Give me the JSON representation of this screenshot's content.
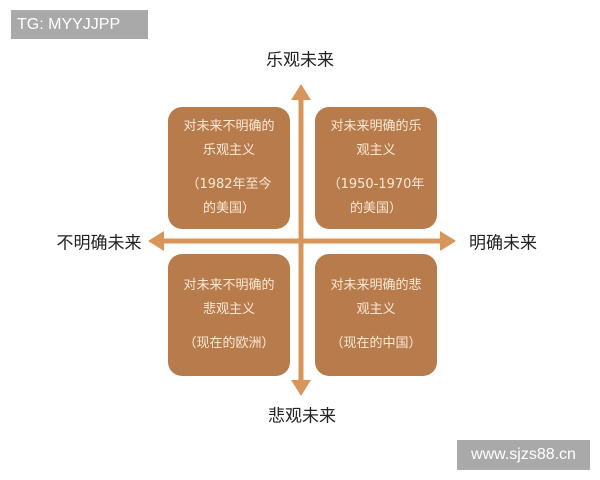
{
  "watermark_top": "TG: MYYJJPP",
  "watermark_bottom": "www.sjzs88.cn",
  "axes": {
    "top": "乐观未来",
    "bottom": "悲观未来",
    "left": "不明确未来",
    "right": "明确未来"
  },
  "quadrants": [
    {
      "line1": "对未来不明确的",
      "line2": "乐观主义",
      "line3": "（1982年至今",
      "line4": "的美国）"
    },
    {
      "line1": "对未来明确的乐",
      "line2": "观主义",
      "line3": "（1950-1970年",
      "line4": "的美国）"
    },
    {
      "line1": "对未来不明确的",
      "line2": "悲观主义",
      "line3": "（现在的欧洲）",
      "line4": ""
    },
    {
      "line1": "对未来明确的悲",
      "line2": "观主义",
      "line3": "（现在的中国）",
      "line4": ""
    }
  ],
  "colors": {
    "box": "#b87c4c",
    "arrow": "#d8955a"
  }
}
